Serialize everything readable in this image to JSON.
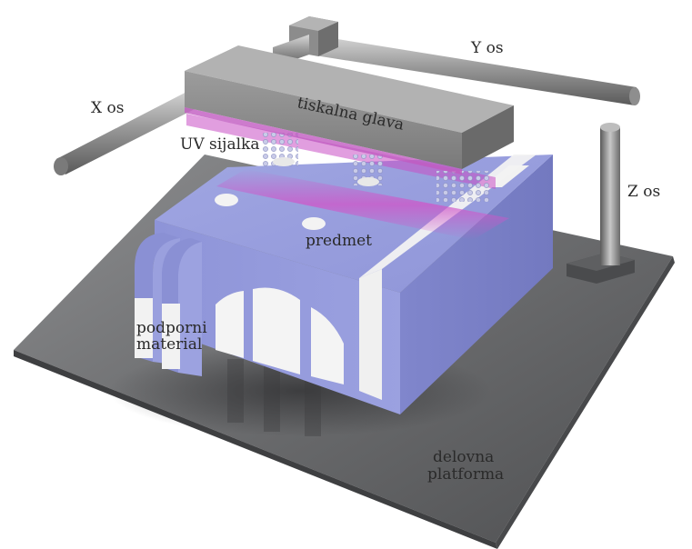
{
  "labels": {
    "x_axis": "X os",
    "y_axis": "Y os",
    "z_axis": "Z os",
    "print_head": "tiskalna glava",
    "uv_lamp": "UV sijalka",
    "object": "predmet",
    "support_line1": "podporni",
    "support_line2": "material",
    "platform_line1": "delovna",
    "platform_line2": "platforma"
  },
  "colors": {
    "object": "#8c92d6",
    "uv_light": "#c060c8",
    "support": "#f4f4f4",
    "platform": "#6d6e70",
    "metal": "#9a9a9a"
  }
}
